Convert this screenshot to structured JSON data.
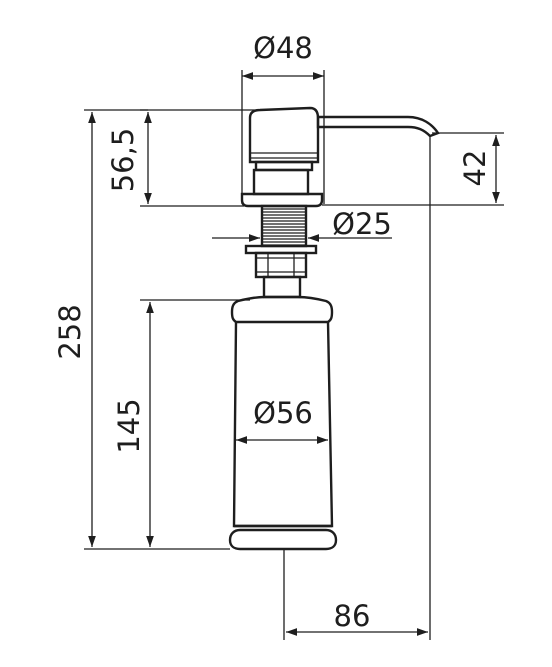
{
  "colors": {
    "ink": "#1e1e1e",
    "background": "#ffffff"
  },
  "dimensions": {
    "head_diameter": "Ø48",
    "spout_height": "56,5",
    "spout_drop": "42",
    "thread_diameter": "Ø25",
    "total_height": "258",
    "bottle_height": "145",
    "bottle_diameter": "Ø56",
    "spout_reach": "86"
  }
}
